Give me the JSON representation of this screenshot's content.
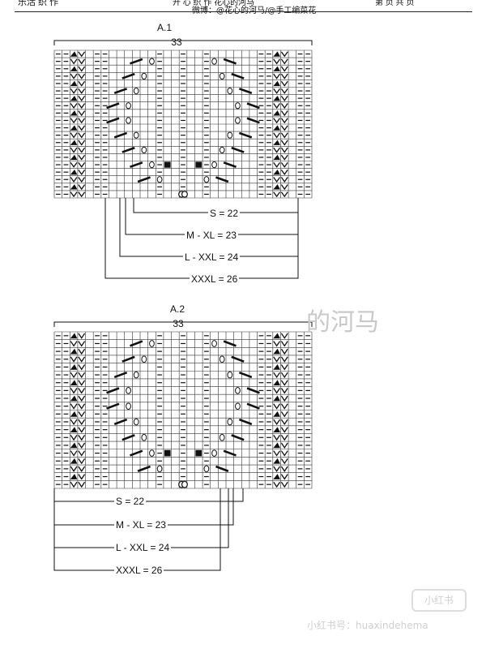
{
  "header": {
    "left": "乐活 织 作",
    "center": "开 心 织 作   花心的河马",
    "subtitle": "微博：@花心的河马/@手工编菜花",
    "right": "第 页 共 页"
  },
  "charts": [
    {
      "title": "A.1",
      "stitch_count": "33",
      "sizes": [
        "S = 22",
        "M - XL = 23",
        "L - XXL = 24",
        "XXXL = 26"
      ]
    },
    {
      "title": "A.2",
      "stitch_count": "33",
      "sizes": [
        "S = 22",
        "M - XL = 23",
        "L - XXL = 24",
        "XXXL = 26"
      ]
    }
  ],
  "watermark": {
    "text": "的河马",
    "badge": "小红书",
    "footer": "小红书号：huaxindehema"
  }
}
